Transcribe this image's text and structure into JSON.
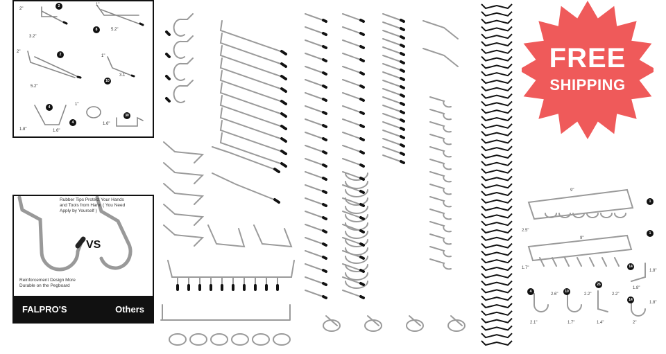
{
  "sizes_panel": {
    "items": [
      {
        "length": "2\"",
        "reach": "3.2\"",
        "qty": "2"
      },
      {
        "length": "1\"",
        "reach": "5.2\"",
        "qty": "8"
      },
      {
        "length": "2\"",
        "reach": "5.2\"",
        "qty": "2"
      },
      {
        "length": "1\"",
        "reach": "3.1\"",
        "qty": "10"
      },
      {
        "width": "1.8\"",
        "depth": "1.6\"",
        "qty": "4"
      },
      {
        "height": "1\"",
        "depth": "1.6\"",
        "qty": "4"
      },
      {
        "qty": "30"
      }
    ]
  },
  "compare_panel": {
    "tip_note": "Rubber Tips Protect Your Hands and Tools from Harm ( You Need Apply by Yourself )",
    "reinforcement_note": "Reinforcement Design More Durable on the Pegboard",
    "vs_label": "VS",
    "left_brand": "FALPRO'S",
    "right_brand": "Others"
  },
  "promo": {
    "line1": "FREE",
    "line2": "SHIPPING",
    "color": "#ef5a5a"
  },
  "rack_panel": {
    "rack1": {
      "width": "9\"",
      "height": "2.5\"",
      "qty": "1"
    },
    "rack2": {
      "width": "9\"",
      "height": "1.7\"",
      "qty": "1"
    },
    "hook_a": {
      "qty": "14",
      "height": "1.8\"",
      "width": "1.8\""
    },
    "singles": [
      {
        "qty": "4",
        "height": "",
        "width": "2.1\""
      },
      {
        "qty": "10",
        "height": "2.6\"",
        "width": "1.7\""
      },
      {
        "qty": "26",
        "height": "2.2\"",
        "width": "1.4\""
      },
      {
        "qty": "14",
        "height": "2.2\"",
        "width": "2\"",
        "side": "1.8\""
      }
    ]
  }
}
